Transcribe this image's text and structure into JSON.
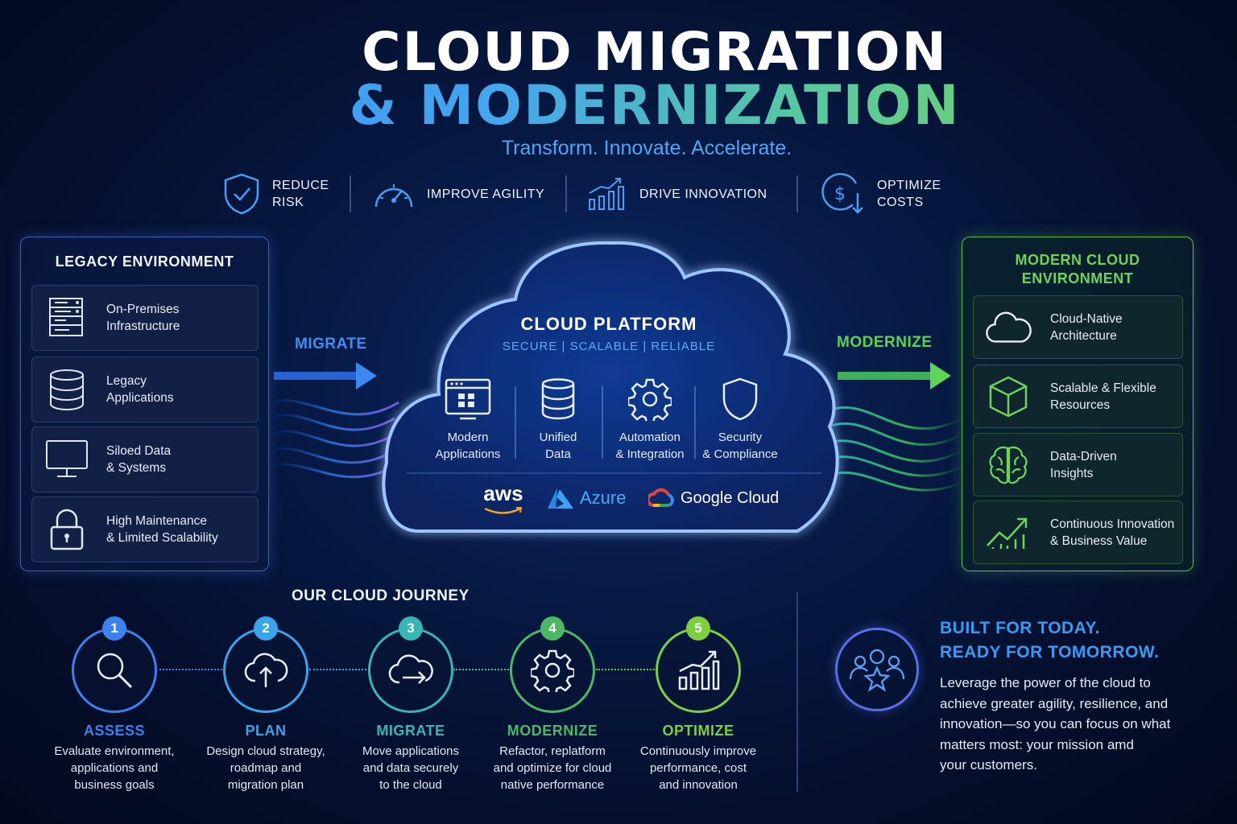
{
  "title": {
    "line1": "CLOUD MIGRATION",
    "line2": "& MODERNIZATION",
    "tagline": "Transform. Innovate. Accelerate."
  },
  "benefits": [
    {
      "line1": "REDUCE",
      "line2": "RISK",
      "icon": "shield-check-icon"
    },
    {
      "line1": "IMPROVE AGILITY",
      "line2": "",
      "icon": "speedometer-icon"
    },
    {
      "line1": "DRIVE INNOVATION",
      "line2": "",
      "icon": "growth-chart-icon"
    },
    {
      "line1": "OPTIMIZE",
      "line2": "COSTS",
      "icon": "dollar-down-icon"
    }
  ],
  "legacy": {
    "title": "LEGACY ENVIRONMENT",
    "items": [
      {
        "line1": "On-Premises",
        "line2": "Infrastructure",
        "icon": "server-rack-icon"
      },
      {
        "line1": "Legacy",
        "line2": "Applications",
        "icon": "database-icon"
      },
      {
        "line1": "Siloed Data",
        "line2": "& Systems",
        "icon": "monitor-icon"
      },
      {
        "line1": "High Maintenance",
        "line2": "& Limited Scalability",
        "icon": "padlock-icon"
      }
    ]
  },
  "flows": {
    "migrate": "MIGRATE",
    "modernize": "MODERNIZE"
  },
  "cloud": {
    "title": "CLOUD PLATFORM",
    "subtitle": "SECURE  |  SCALABLE  |  RELIABLE",
    "features": [
      {
        "line1": "Modern",
        "line2": "Applications",
        "icon": "app-window-icon"
      },
      {
        "line1": "Unified",
        "line2": "Data",
        "icon": "database-icon"
      },
      {
        "line1": "Automation",
        "line2": "& Integration",
        "icon": "gear-icon"
      },
      {
        "line1": "Security",
        "line2": "& Compliance",
        "icon": "shield-icon"
      }
    ],
    "providers": {
      "aws": "aws",
      "azure": "Azure",
      "google": "Google Cloud"
    }
  },
  "modern": {
    "title_line1": "MODERN CLOUD",
    "title_line2": "ENVIRONMENT",
    "items": [
      {
        "line1": "Cloud-Native",
        "line2": "Architecture",
        "icon": "cloud-icon"
      },
      {
        "line1": "Scalable & Flexible",
        "line2": "Resources",
        "icon": "cube-icon"
      },
      {
        "line1": "Data-Driven",
        "line2": "Insights",
        "icon": "brain-icon"
      },
      {
        "line1": "Continuous Innovation",
        "line2": "& Business Value",
        "icon": "trend-up-icon"
      }
    ]
  },
  "journey": {
    "title": "OUR CLOUD JOURNEY",
    "steps": [
      {
        "num": "1",
        "name": "ASSESS",
        "d1": "Evaluate environment,",
        "d2": "applications and",
        "d3": "business goals",
        "color": "#3b82f0",
        "icon": "magnifier-icon"
      },
      {
        "num": "2",
        "name": "PLAN",
        "d1": "Design cloud strategy,",
        "d2": "roadmap and",
        "d3": "migration plan",
        "color": "#3aa4ea",
        "icon": "cloud-upload-icon"
      },
      {
        "num": "3",
        "name": "MIGRATE",
        "d1": "Move applications",
        "d2": "and data securely",
        "d3": "to the cloud",
        "color": "#38b5b5",
        "icon": "cloud-arrow-icon"
      },
      {
        "num": "4",
        "name": "MODERNIZE",
        "d1": "Refactor, replatform",
        "d2": "and optimize for cloud",
        "d3": "native performance",
        "color": "#4cb864",
        "icon": "gear-icon"
      },
      {
        "num": "5",
        "name": "OPTIMIZE",
        "d1": "Continuously improve",
        "d2": "performance, cost",
        "d3": "and innovation",
        "color": "#7ccf3e",
        "icon": "bar-growth-icon"
      }
    ]
  },
  "built": {
    "h1": "BUILT FOR TODAY.",
    "h2": "READY FOR TOMORROW.",
    "p1": "Leverage the power of the cloud to",
    "p2": "achieve greater agility, resilience, and",
    "p3": "innovation—so you can focus on what",
    "p4": "matters most: your mission amd",
    "p5": "your customers.",
    "icon": "team-star-icon"
  },
  "colors": {
    "blue": "#3b9bf3",
    "green": "#6fd35a",
    "background": "#050f2c"
  }
}
